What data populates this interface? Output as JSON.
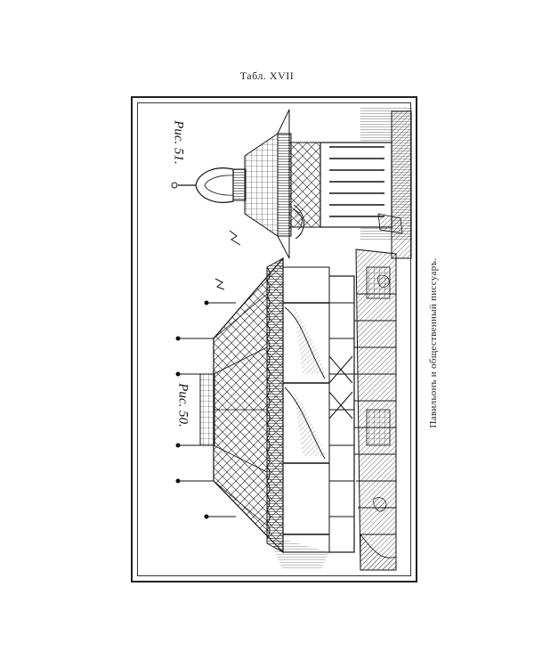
{
  "page": {
    "plate_number": "Табл. XVII",
    "caption": "Павильонъ и общественный писсуаръ.",
    "figures": [
      {
        "label": "Рис. 50."
      },
      {
        "label": "Рис. 51."
      }
    ]
  }
}
